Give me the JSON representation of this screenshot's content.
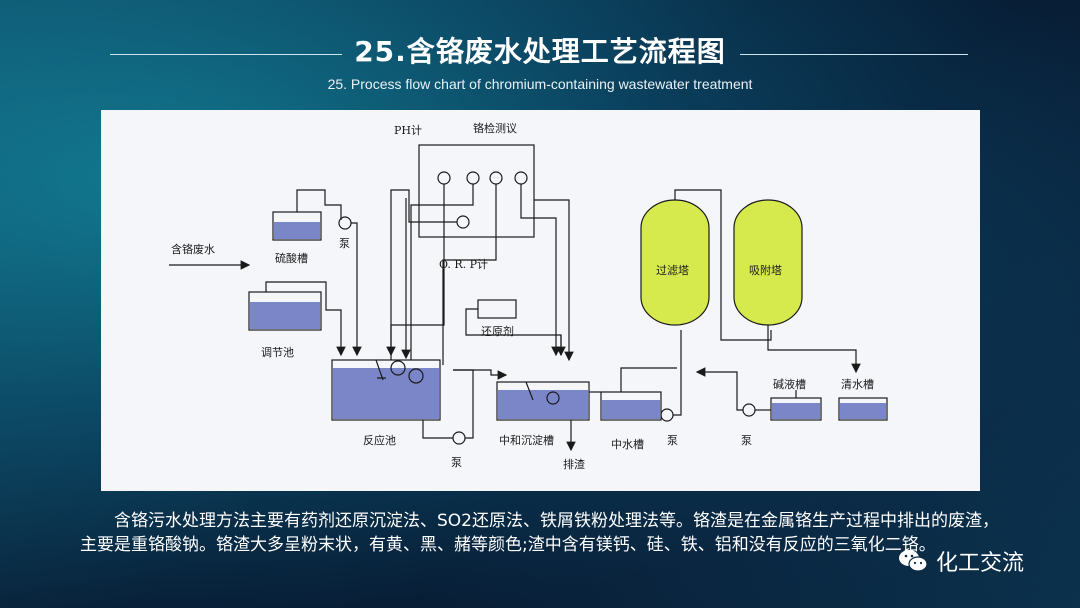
{
  "header": {
    "title": "25.含铬废水处理工艺流程图",
    "subtitle": "25. Process flow chart of chromium-containing wastewater treatment"
  },
  "diagram": {
    "labels": {
      "ph_meter": "PH计",
      "cr_detector": "铬检测议",
      "inflow": "含铬废水",
      "sulfuric_tank": "硫酸槽",
      "pump_1": "泵",
      "orp_meter": "O. R. P计",
      "reducer": "还原剂",
      "adjust_pool": "调节池",
      "reaction_pool": "反应池",
      "pump_2": "泵",
      "neutral_tank": "中和沉淀槽",
      "slag": "排渣",
      "mid_tank": "中水槽",
      "pump_3": "泵",
      "pump_4": "泵",
      "filter_tower": "过滤塔",
      "adsorb_tower": "吸附塔",
      "alkali_tank": "碱液槽",
      "clean_tank": "清水槽"
    },
    "colors": {
      "liquid": "#7b86c8",
      "tower": "#d6ea4e",
      "line": "#1a1a1a"
    }
  },
  "description": "含铬污水处理方法主要有药剂还原沉淀法、SO2还原法、铁屑铁粉处理法等。铬渣是在金属铬生产过程中排出的废渣，主要是重铬酸钠。铬渣大多呈粉末状，有黄、黑、赭等颜色;渣中含有镁钙、硅、铁、铝和没有反应的三氧化二铬。",
  "watermark": {
    "icon": "wechat-icon",
    "text": "化工交流"
  }
}
